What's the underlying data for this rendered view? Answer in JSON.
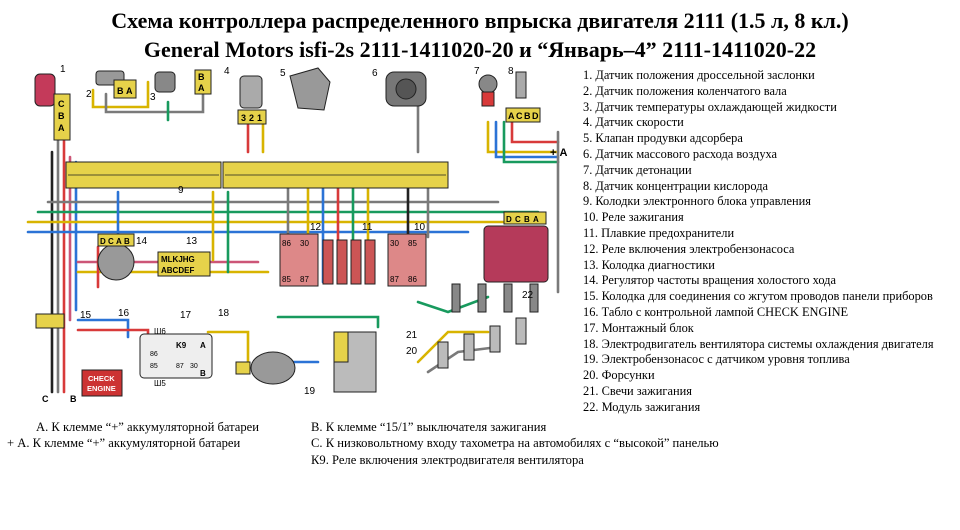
{
  "title": {
    "line1": "Схема контроллера распределенного впрыска двигателя 2111 (1.5 л, 8 кл.)",
    "line2": "General Motors isfi-2s 2111-1411020-20 и “Январь–4” 2111-1411020-22"
  },
  "legend": [
    "1. Датчик положения дроссельной заслонки",
    "2. Датчик положения коленчатого вала",
    "3. Датчик температуры охлаждающей жидкости",
    "4. Датчик скорости",
    "5. Клапан продувки адсорбера",
    "6. Датчик массового расхода воздуха",
    "7. Датчик детонации",
    "8. Датчик концентрации кислорода",
    "9. Колодки электронного блока управления",
    "10. Реле зажигания",
    "11. Плавкие предохранители",
    "12. Реле включения электробензонасоса",
    "13. Колодка диагностики",
    "14. Регулятор частоты вращения холостого хода",
    "15. Колодка для соединения со жгутом проводов панели приборов",
    "16. Табло с контрольной лампой CHECK ENGINE",
    "17. Монтажный блок",
    "18. Электродвигатель вентилятора системы охлаждения двигателя",
    "19. Электробензонасос с датчиком уровня топлива",
    "20. Форсунки",
    "21. Свечи зажигания",
    "22. Модуль зажигания"
  ],
  "notes": {
    "a_line1": "А. К клемме “+” аккумуляторной батареи",
    "a_line2": "+ А. К клемме “+” аккумуляторной батареи",
    "b": "В. К клемме “15/1” выключателя зажигания",
    "c": "С. К низковольтному входу тахометра на автомобилях с “высокой” панелью",
    "k9": "К9. Реле включения электродвигателя вентилятора"
  },
  "diagram": {
    "numbers": [
      "1",
      "2",
      "3",
      "4",
      "5",
      "6",
      "7",
      "8",
      "9",
      "10",
      "11",
      "12",
      "13",
      "14",
      "15",
      "16",
      "17",
      "18",
      "19",
      "20",
      "21",
      "22"
    ],
    "plus_a": "+ А",
    "check_engine": [
      "CHECK",
      "ENGINE"
    ],
    "diag_pins": [
      "MLKJHG",
      "ABCDEF"
    ],
    "k9": "K9",
    "sh6": "Ш6",
    "sh5": "Ш5",
    "relay_pins": [
      "86",
      "30",
      "85",
      "87",
      "86",
      "30",
      "85",
      "87",
      "86",
      "30",
      "85",
      "87"
    ],
    "conn_cba": [
      "C",
      "B",
      "A"
    ],
    "conn_ba": [
      "B",
      "A"
    ],
    "conn_321": [
      "3",
      "2",
      "1"
    ],
    "conn_acbd": [
      "A",
      "C",
      "B",
      "D"
    ],
    "conn_dcab": [
      "D",
      "C",
      "A",
      "B"
    ],
    "conn_dcba": [
      "D",
      "C",
      "B",
      "A"
    ],
    "bottom_cb": [
      "C",
      "B"
    ],
    "pin_a": "A",
    "pin_b": "B"
  },
  "colors": {
    "wire_yellow": "#d8b400",
    "wire_blue": "#2b73d6",
    "wire_green": "#189a5e",
    "wire_red": "#d83a3a",
    "wire_pink": "#cc5577",
    "wire_gray": "#7a7a7a",
    "wire_black": "#222222",
    "connector_yellow": "#e6d24a",
    "module_pink": "#b53a5a"
  }
}
